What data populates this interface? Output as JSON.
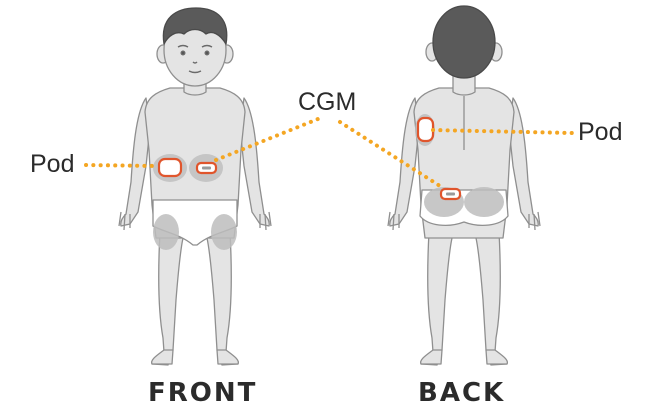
{
  "labels": {
    "pod_left": "Pod",
    "cgm": "CGM",
    "pod_right": "Pod"
  },
  "captions": {
    "front": "FRONT",
    "back": "BACK"
  },
  "colors": {
    "skin": "#e4e4e4",
    "outline": "#8f8f8f",
    "hair": "#5a5a5a",
    "site_zone": "#bdbdbd",
    "device_outline": "#e0552c",
    "leader_line": "#f4a623"
  }
}
